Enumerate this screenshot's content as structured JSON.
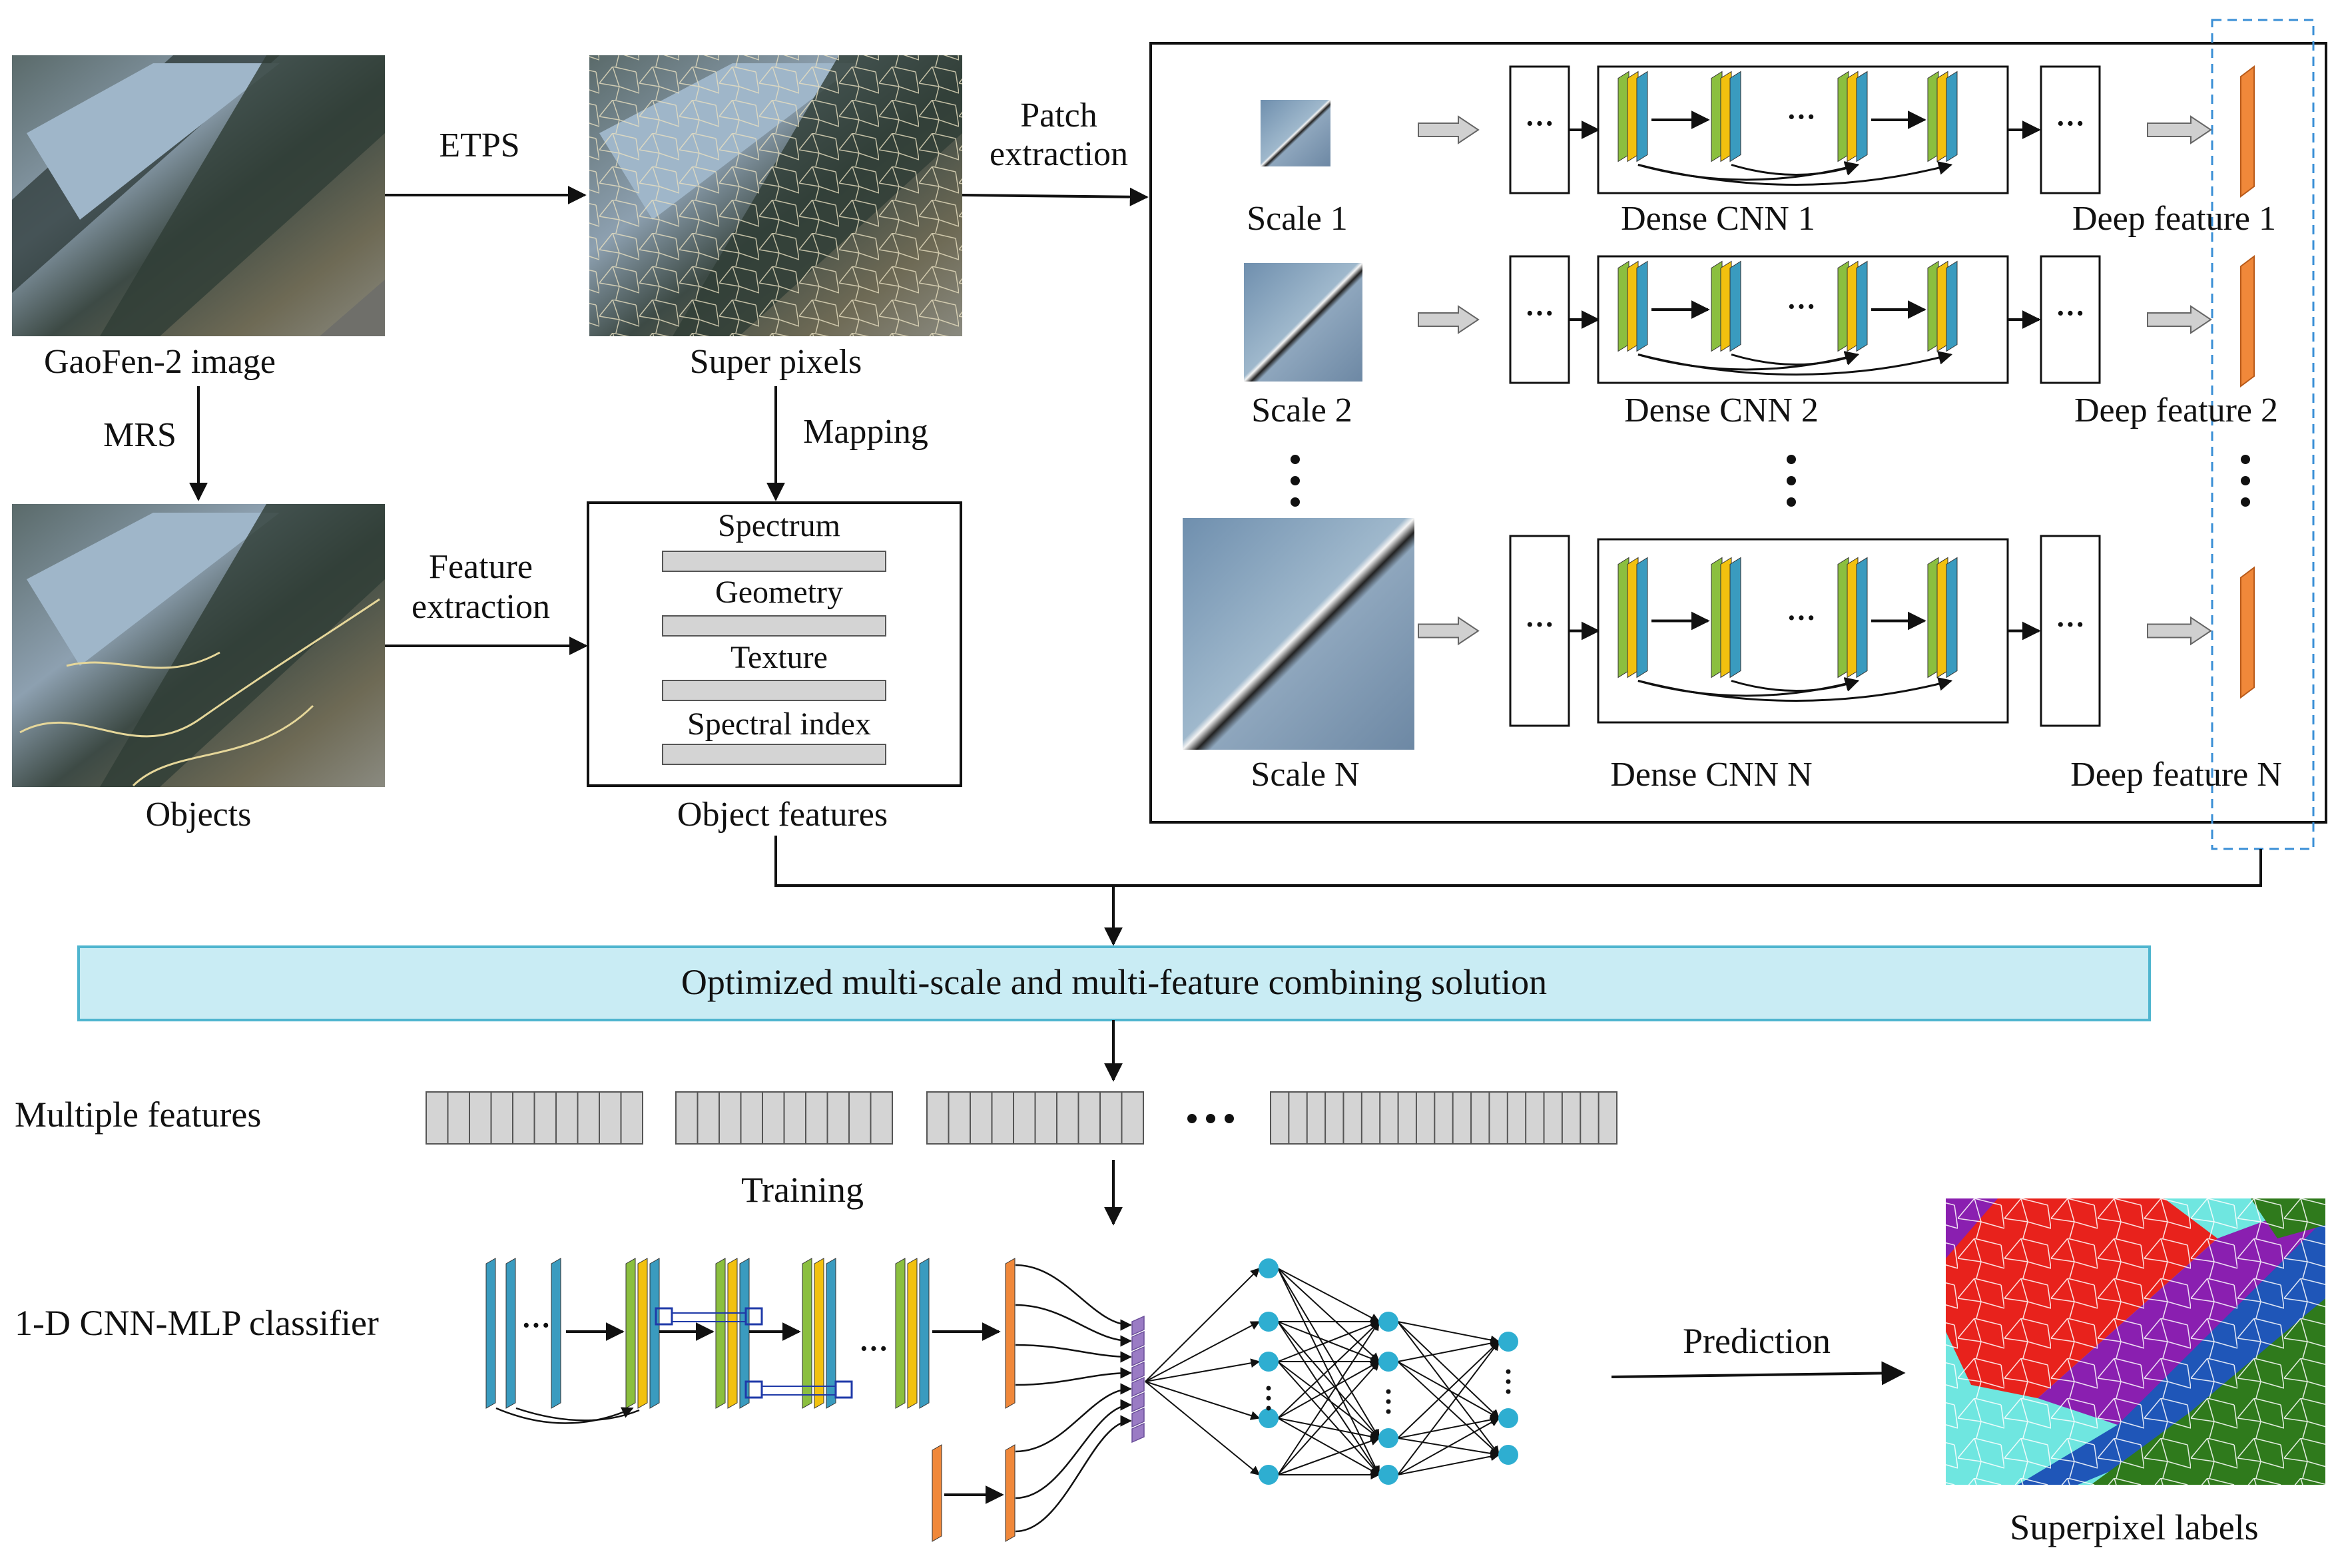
{
  "inputs": {
    "gaofen_caption": "GaoFen-2   image",
    "superpixels_caption": "Super pixels",
    "objects_caption": "Objects",
    "object_features_caption": "Object   features"
  },
  "edges": {
    "etps": "ETPS",
    "mrs": "MRS",
    "mapping": "Mapping",
    "feature_extraction_l1": "Feature",
    "feature_extraction_l2": "extraction",
    "patch_extraction_l1": "Patch",
    "patch_extraction_l2": "extraction",
    "prediction": "Prediction",
    "training": "Training"
  },
  "object_features": [
    "Spectrum",
    "Geometry",
    "Texture",
    "Spectral index"
  ],
  "scales": [
    {
      "scale": "Scale 1",
      "cnn": "Dense CNN 1",
      "feature": "Deep feature 1"
    },
    {
      "scale": "Scale 2",
      "cnn": "Dense CNN 2",
      "feature": "Deep feature 2"
    },
    {
      "scale": "Scale N",
      "cnn": "Dense CNN  N",
      "feature": "Deep feature N"
    }
  ],
  "ellipsis": "···",
  "combining_solution": "Optimized multi-scale and multi-feature combining solution",
  "multiple_features_label": "Multiple features",
  "classifier_label": "1-D CNN-MLP classifier",
  "superpixel_labels_caption": "Superpixel labels",
  "colors": {
    "layer_green": "#8bbf3f",
    "layer_yellow": "#f2c10f",
    "layer_blue": "#3a9bbf",
    "deep_feature": "#f0883a",
    "combine_box": "#c9ecf4",
    "combine_border": "#4fb5cf",
    "dashed": "#3a8fd6",
    "node": "#2eaed1",
    "purple": "#9a7bc4",
    "label_red": "#e8221c",
    "label_blue": "#1f56b8",
    "label_green": "#2f7a1c",
    "label_cyan": "#6fe6e0",
    "label_purple": "#8a1fb0"
  }
}
